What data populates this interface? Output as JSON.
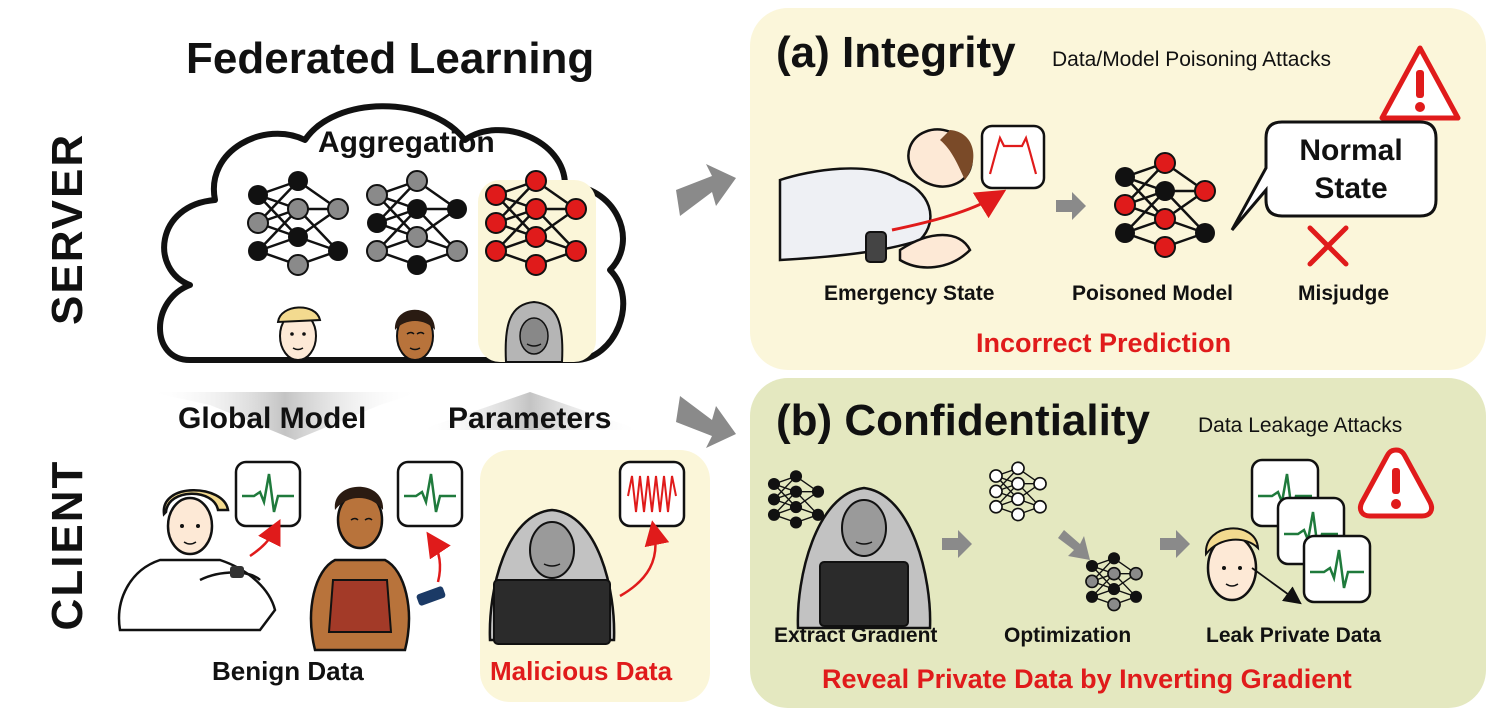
{
  "labels": {
    "title": "Federated Learning",
    "server": "SERVER",
    "client": "CLIENT",
    "aggregation": "Aggregation",
    "global_model": "Global Model",
    "parameters": "Parameters",
    "benign_data": "Benign Data",
    "malicious_data": "Malicious Data"
  },
  "integrity": {
    "heading": "(a) Integrity",
    "subtitle": "Data/Model Poisoning Attacks",
    "emergency_state": "Emergency State",
    "poisoned_model": "Poisoned Model",
    "misjudge": "Misjudge",
    "bubble_line1": "Normal",
    "bubble_line2": "State",
    "result": "Incorrect Prediction"
  },
  "confidentiality": {
    "heading": "(b) Confidentiality",
    "subtitle": "Data Leakage Attacks",
    "extract_gradient": "Extract Gradient",
    "optimization": "Optimization",
    "leak_private_data": "Leak Private Data",
    "result": "Reveal Private Data by Inverting Gradient"
  },
  "colors": {
    "integrity_bg": "#fbf6da",
    "confidentiality_bg": "#e4e8c0",
    "malicious_bg": "#fbf6d9",
    "alert_red": "#e01b1b",
    "ecg_green": "#1f7a3c",
    "node_gray": "#8a8a8a",
    "node_black": "#111111"
  },
  "icons": [
    "warning-icon",
    "cross-icon",
    "ecg-icon",
    "neural-network-icon",
    "hacker-icon",
    "laptop-icon",
    "smartwatch-icon",
    "smartphone-icon",
    "arrow-icon",
    "cloud-icon"
  ]
}
